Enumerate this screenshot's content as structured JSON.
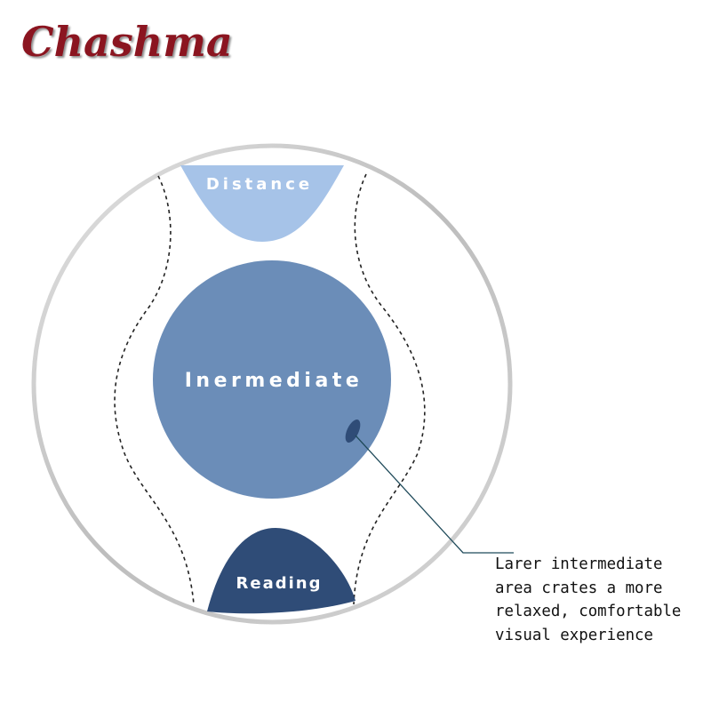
{
  "brand": {
    "name": "Chashma"
  },
  "diagram": {
    "zones": {
      "distance": "Distance",
      "intermediate": "Inermediate",
      "reading": "Reading"
    },
    "callout_lines": [
      "Larer intermediate",
      "area crates a more",
      "relaxed, comfortable",
      "visual experience"
    ]
  },
  "colors": {
    "brand": "#8b1520",
    "distance": "#a6c3e8",
    "intermediate": "#6b8db8",
    "reading": "#2f4c77",
    "marker": "#2f4c77",
    "lens_rim": "#c8c8c8"
  }
}
